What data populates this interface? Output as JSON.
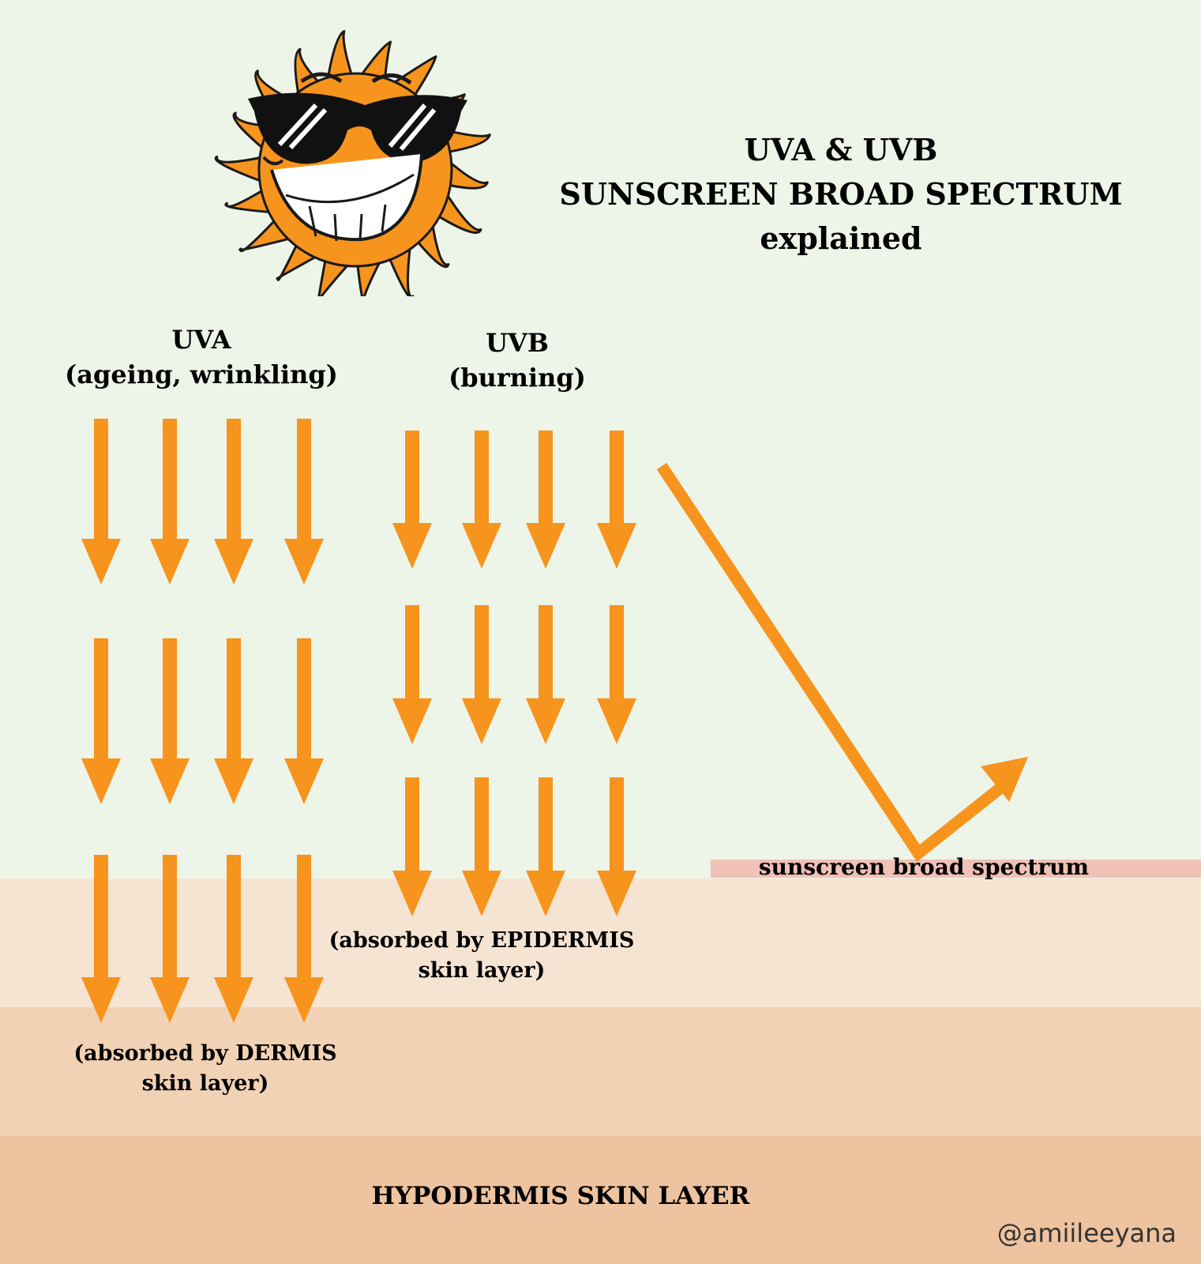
{
  "title": {
    "line1": "UVA & UVB",
    "line2": "SUNSCREEN BROAD SPECTRUM",
    "line3": "explained"
  },
  "uva": {
    "label": "UVA",
    "effect": "(ageing, wrinkling)"
  },
  "uvb": {
    "label": "UVB",
    "effect": "(burning)"
  },
  "epidermis_label": {
    "line1": "(absorbed by EPIDERMIS",
    "line2": "skin layer)"
  },
  "dermis_label": {
    "line1": "(absorbed by DERMIS",
    "line2": "skin layer)"
  },
  "sunscreen_label": "sunscreen broad spectrum",
  "hypodermis_label": "HYPODERMIS SKIN LAYER",
  "credit": "@amiileeyana",
  "colors": {
    "arrow": "#f7941d",
    "sun": "#f7941d",
    "sky": "#edf4e8",
    "epidermis": "#f6e4d2",
    "dermis": "#f2d2b4",
    "hypodermis": "#eec39f",
    "sunscreen": "#f0c1b6"
  },
  "icons": [
    "sun-with-sunglasses-icon",
    "down-arrow-icon",
    "reflected-arrow-icon"
  ]
}
